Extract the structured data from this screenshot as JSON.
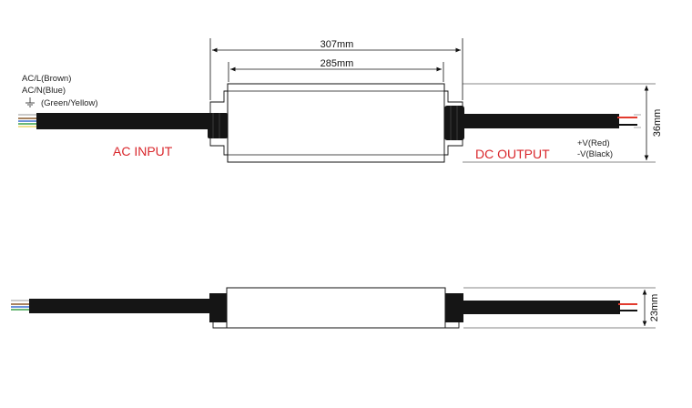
{
  "colors": {
    "accent_red": "#d9262b",
    "line": "#111111",
    "wire_red": "#e23b2e",
    "wire_blue": "#3a6fd1",
    "wire_green": "#3aa04a"
  },
  "top_view": {
    "dim_overall": "307mm",
    "dim_body": "285mm",
    "dim_height": "36mm",
    "ac_wires": [
      "AC/L(Brown)",
      "AC/N(Blue)",
      "(Green/Yellow)"
    ],
    "ground_icon": "ground-icon",
    "ac_input_label": "AC INPUT",
    "dc_output_label": "DC OUTPUT",
    "dc_wires": [
      "+V(Red)",
      "-V(Black)"
    ]
  },
  "side_view": {
    "dim_height": "23mm"
  }
}
